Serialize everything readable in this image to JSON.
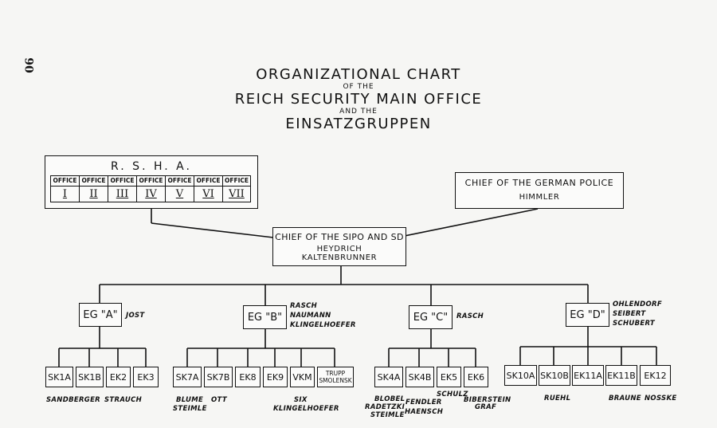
{
  "page_number": "90",
  "title": {
    "line1": "ORGANIZATIONAL CHART",
    "line2": "OF THE",
    "line3": "REICH SECURITY MAIN OFFICE",
    "line4": "AND THE",
    "line5": "EINSATZGRUPPEN"
  },
  "rsha": {
    "title": "R. S. H. A.",
    "offices": [
      {
        "head": "OFFICE",
        "num": "I"
      },
      {
        "head": "OFFICE",
        "num": "II"
      },
      {
        "head": "OFFICE",
        "num": "III"
      },
      {
        "head": "OFFICE",
        "num": "IV"
      },
      {
        "head": "OFFICE",
        "num": "V"
      },
      {
        "head": "OFFICE",
        "num": "VI"
      },
      {
        "head": "OFFICE",
        "num": "VII"
      }
    ]
  },
  "police": {
    "title": "CHIEF OF THE GERMAN POLICE",
    "name": "HIMMLER"
  },
  "sipo": {
    "title": "CHIEF OF THE SIPO AND SD",
    "name1": "HEYDRICH",
    "name2": "KALTENBRUNNER"
  },
  "groups": [
    {
      "label": "EG \"A\"",
      "leaders": [
        "JOST"
      ]
    },
    {
      "label": "EG \"B\"",
      "leaders": [
        "RASCH",
        "NAUMANN",
        "KLINGELHOEFER"
      ]
    },
    {
      "label": "EG \"C\"",
      "leaders": [
        "RASCH"
      ]
    },
    {
      "label": "EG \"D\"",
      "leaders": [
        "OHLENDORF",
        "SEIBERT",
        "SCHUBERT"
      ]
    }
  ],
  "units": [
    "SK1A",
    "SK1B",
    "EK2",
    "EK3",
    "SK7A",
    "SK7B",
    "EK8",
    "EK9",
    "VKM",
    "TRUPP SMOLENSK",
    "SK4A",
    "SK4B",
    "EK5",
    "EK6",
    "SK10A",
    "SK10B",
    "EK11A",
    "EK11B",
    "EK12"
  ],
  "commanders": {
    "sandberger": "SANDBERGER",
    "strauch": "STRAUCH",
    "blume": "BLUME",
    "steimle1": "STEIMLE",
    "ott": "OTT",
    "six": "SIX",
    "klingelhoefer": "KLINGELHOEFER",
    "blobel": "BLOBEL",
    "radetzki": "RADETZKI",
    "steimle2": "STEIMLE",
    "fendler": "FENDLER",
    "haensch": "HAENSCH",
    "schulz": "SCHULZ",
    "biberstein": "BIBERSTEIN",
    "graf": "GRAF",
    "ruehl": "RUEHL",
    "braune": "BRAUNE",
    "nosske": "NOSSKE"
  }
}
